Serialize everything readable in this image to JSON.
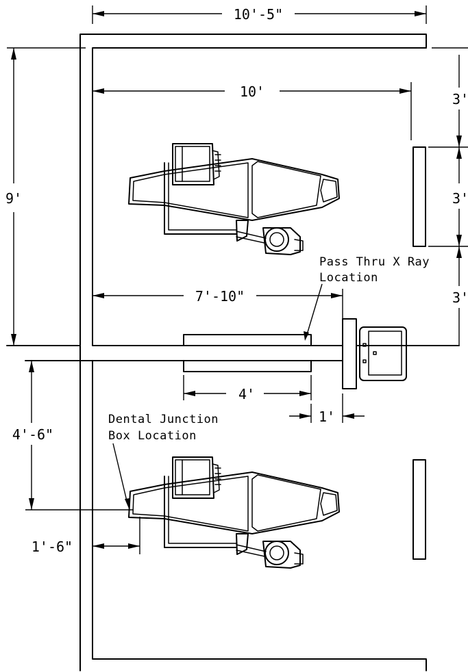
{
  "dimensions": {
    "overall_width": "10'-5\"",
    "inner_width": "10'",
    "room_depth": "9'",
    "segment_top": "3'",
    "segment_mid": "3'",
    "segment_bottom": "3'",
    "counter_to_wall": "7'-10\"",
    "pass_thru_width": "4'",
    "pass_thru_offset": "1'",
    "junction_box_height": "4'-6\"",
    "junction_box_offset": "1'-6\""
  },
  "notes": {
    "pass_thru_line1": "Pass Thru X Ray",
    "pass_thru_line2": "Location",
    "junction_line1": "Dental Junction",
    "junction_line2": "Box Location"
  }
}
